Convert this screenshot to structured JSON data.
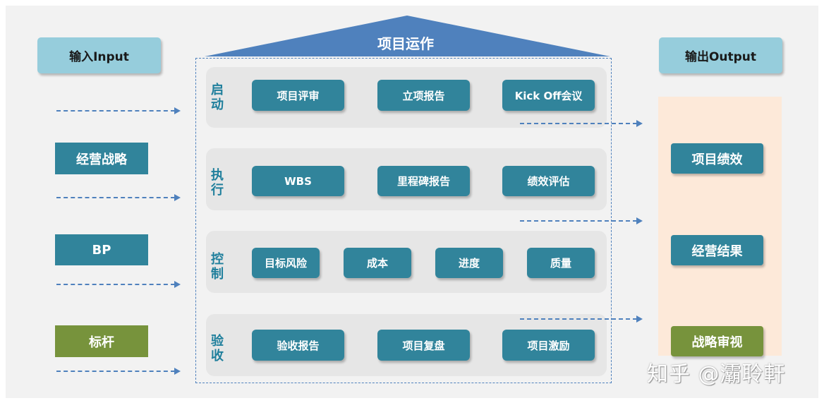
{
  "input": {
    "header": "输入Input",
    "items": [
      {
        "label": "经营战略",
        "color": "#31849b"
      },
      {
        "label": "BP",
        "color": "#31849b"
      },
      {
        "label": "标杆",
        "color": "#77933c"
      }
    ]
  },
  "roof": {
    "title": "项目运作",
    "color": "#4f81bd"
  },
  "stages": [
    {
      "label": "启动",
      "items": [
        "项目评审",
        "立项报告",
        "Kick Off会议"
      ]
    },
    {
      "label": "执行",
      "items": [
        "WBS",
        "里程碑报告",
        "绩效评估"
      ]
    },
    {
      "label": "控制",
      "items": [
        "目标风险",
        "成本",
        "进度",
        "质量"
      ]
    },
    {
      "label": "验收",
      "items": [
        "验收报告",
        "项目复盘",
        "项目激励"
      ]
    }
  ],
  "output": {
    "header": "输出Output",
    "items": [
      {
        "label": "项目绩效",
        "color": "#31849b"
      },
      {
        "label": "经营结果",
        "color": "#31849b"
      },
      {
        "label": "战略审视",
        "color": "#77933c"
      }
    ]
  },
  "watermark": "知乎 @灞聆軒"
}
